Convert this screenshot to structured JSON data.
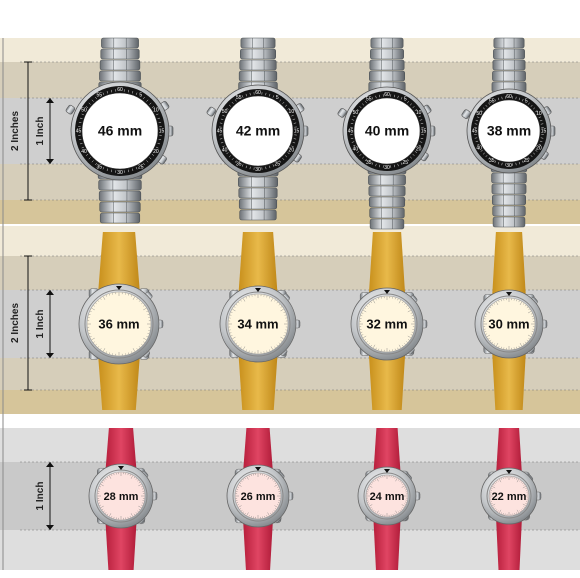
{
  "scale_labels": {
    "two_inches": "2 Inches",
    "one_inch": "1 Inch"
  },
  "bezel_numbers": [
    "60",
    "5",
    "10",
    "15",
    "20",
    "25",
    "30",
    "35",
    "40",
    "45",
    "50",
    "55"
  ],
  "colors": {
    "band_light": "#ede5d2",
    "band_mid": "#d4ccb8",
    "band_tan": "#c8b98f",
    "band_gray": "#c9c9c9",
    "steel": "#9ea3a8",
    "bezel_black": "#151515",
    "strap_gold": "#d9a62c",
    "strap_red": "#cf2f4e",
    "dial_white": "#ffffff",
    "dial_cream": "#fff6df",
    "dial_pink": "#fde3df"
  },
  "rows": [
    {
      "kind": "metal",
      "watches": [
        {
          "label": "46 mm",
          "size_mm": 46
        },
        {
          "label": "42 mm",
          "size_mm": 42
        },
        {
          "label": "40 mm",
          "size_mm": 40
        },
        {
          "label": "38 mm",
          "size_mm": 38
        }
      ]
    },
    {
      "kind": "gold",
      "watches": [
        {
          "label": "36 mm",
          "size_mm": 36
        },
        {
          "label": "34 mm",
          "size_mm": 34
        },
        {
          "label": "32 mm",
          "size_mm": 32
        },
        {
          "label": "30 mm",
          "size_mm": 30
        }
      ]
    },
    {
      "kind": "red",
      "watches": [
        {
          "label": "28 mm",
          "size_mm": 28
        },
        {
          "label": "26 mm",
          "size_mm": 26
        },
        {
          "label": "24 mm",
          "size_mm": 24
        },
        {
          "label": "22 mm",
          "size_mm": 22
        }
      ]
    }
  ]
}
